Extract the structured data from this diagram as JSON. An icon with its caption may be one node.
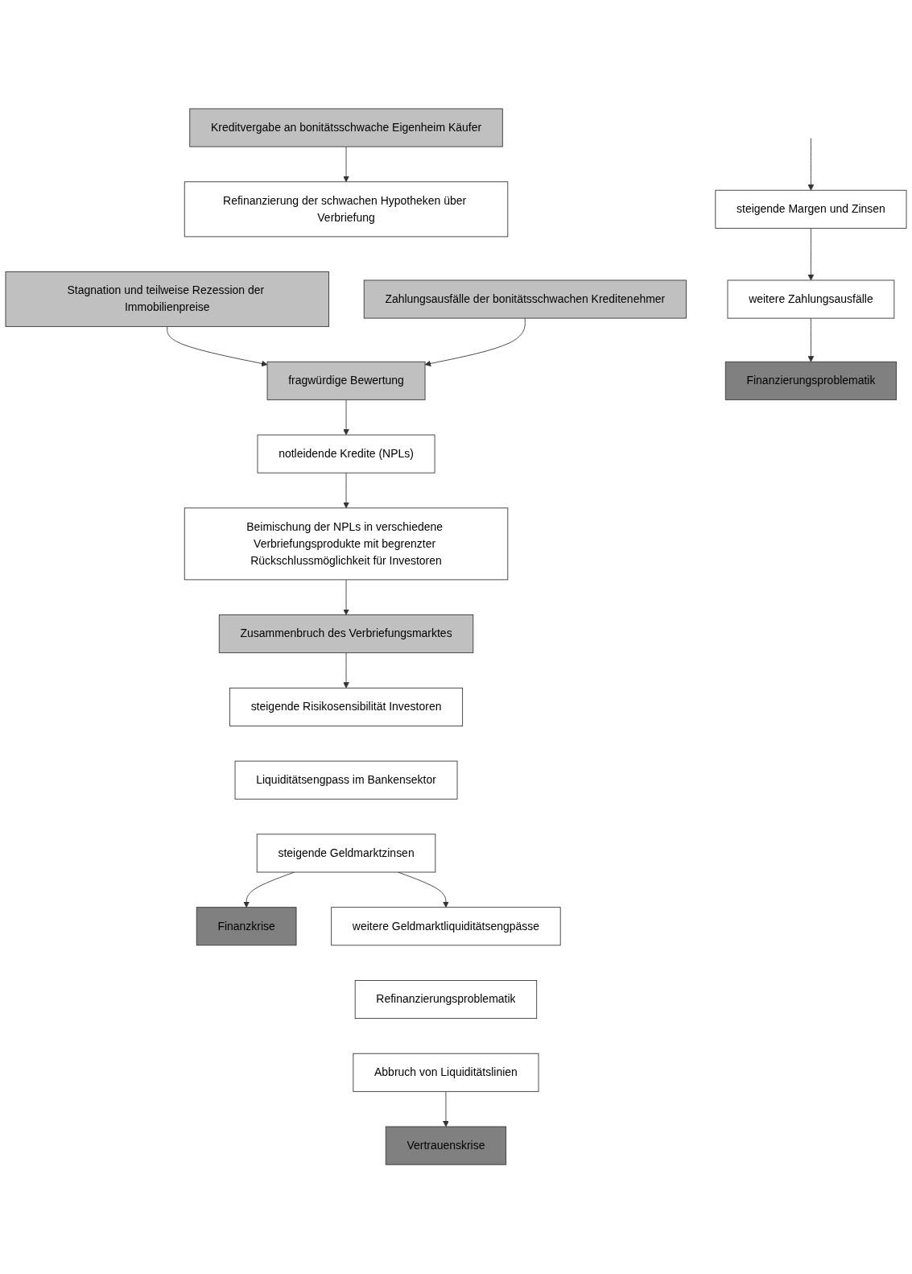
{
  "diagram": {
    "nodes": [
      {
        "text": [
          "Kreditvergabe an bonitätsschwache Eigenheim Käufer"
        ]
      },
      {
        "text": [
          "Refinanzierung der schwachen Hypotheken über Verbriefung"
        ]
      },
      {
        "text": [
          "Stagnation und teilweise Rezession der Immobilienpreise"
        ]
      },
      {
        "text": [
          "fragwürdige Bewertung"
        ]
      },
      {
        "text": [
          "Zahlungsausfälle der bonitätsschwachen Kreditenehmer"
        ]
      },
      {
        "text": [
          "notleidende Kredite (NPLs)"
        ]
      },
      {
        "text": [
          "Beimischung der NPLs in verschiedene Verbriefungsprodukte mit begrenzter Rückschlussmöglichkeit für Investoren"
        ]
      },
      {
        "text": [
          "Zusammenbruch des Verbriefungsmarktes"
        ]
      },
      {
        "text": [
          "steigende Risikosensibilität Investoren"
        ]
      },
      {
        "text": [
          "Liquiditätsengpass im Bankensektor"
        ]
      },
      {
        "text": [
          "steigende Geldmarktzinsen"
        ]
      },
      {
        "text": [
          "Finanzkrise"
        ]
      },
      {
        "text": [
          "weitere Geldmarktliquiditätsengpässe"
        ]
      },
      {
        "text": [
          "Refinanzierungsproblematik"
        ]
      },
      {
        "text": [
          "Abbruch von Liquiditätslinien"
        ]
      },
      {
        "text": [
          "Vertrauenskrise"
        ]
      },
      {
        "text": [
          "steigende Margen und Zinsen"
        ]
      },
      {
        "text": [
          "weitere Zahlungsausfälle"
        ]
      },
      {
        "text": [
          "Finanzierungsproblematik"
        ]
      }
    ],
    "edges": [
      {
        "from": 0,
        "to": 1,
        "arrow": "to"
      },
      {
        "from": 2,
        "to": 3,
        "arrow": "to"
      },
      {
        "from": 4,
        "to": 3,
        "arrow": "to"
      },
      {
        "from": 3,
        "to": 5,
        "arrow": "to"
      },
      {
        "from": 5,
        "to": 6,
        "arrow": "to"
      },
      {
        "from": 6,
        "to": 7,
        "arrow": "to"
      },
      {
        "from": 7,
        "to": 8,
        "arrow": "to"
      },
      {
        "from": 10,
        "to": 11,
        "arrow": "to"
      },
      {
        "from": 10,
        "to": 12,
        "arrow": "to"
      },
      {
        "from": 14,
        "to": 15,
        "arrow": "to"
      },
      {
        "from": null,
        "to": 16,
        "arrow": "to"
      },
      {
        "from": 16,
        "to": 17,
        "arrow": "to"
      },
      {
        "from": 17,
        "to": 18,
        "arrow": "to"
      }
    ]
  }
}
